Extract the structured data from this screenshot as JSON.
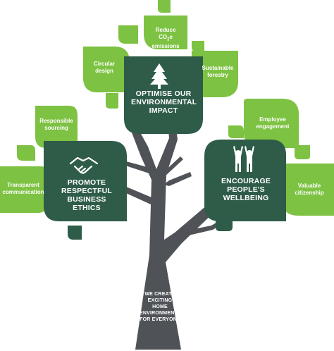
{
  "colors": {
    "leaf_green": "#7dc242",
    "hub_dark_green": "#2e5c48",
    "trunk_gray": "#4f5357",
    "text_white": "#ffffff"
  },
  "trunk": {
    "text": "WE CREATE EXCITING HOME ENVIRONMENTS FOR EVERYONE"
  },
  "hubs": {
    "environment": {
      "label": "OPTIMISE OUR ENVIRONMENTAL IMPACT",
      "icon": "tree-icon"
    },
    "ethics": {
      "label": "PROMOTE RESPECTFUL BUSINESS ETHICS",
      "icon": "handshake-icon"
    },
    "wellbeing": {
      "label": "ENCOURAGE PEOPLE'S WELLBEING",
      "icon": "people-cheering-icon"
    }
  },
  "leaves": {
    "reduce_co2": {
      "line1": "Reduce",
      "line2_prefix": "CO",
      "line2_sub": "2",
      "line2_suffix": "e emissions"
    },
    "circular_design": {
      "text": "Circular design"
    },
    "sustainable_forestry": {
      "text": "Sustainable forestry"
    },
    "responsible_sourcing": {
      "text": "Responsible sourcing"
    },
    "transparent_communication": {
      "text": "Transparent communication"
    },
    "employee_engagement": {
      "text": "Employee engagement"
    },
    "valuable_citizenship": {
      "text": "Valuable citizenship"
    }
  }
}
